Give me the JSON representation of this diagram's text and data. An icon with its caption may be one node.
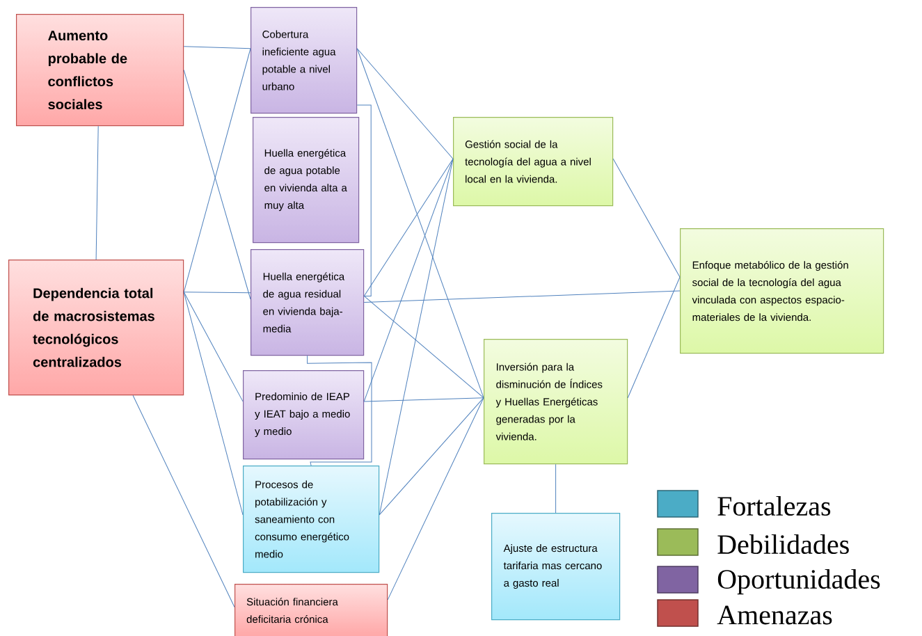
{
  "diagram": {
    "nodes": [
      {
        "text": [
          "Aumento probable de conflictos sociales"
        ]
      },
      {
        "text": [
          "Dependencia total de macrosistemas tecnológicos centralizados"
        ]
      },
      {
        "text": [
          "Cobertura ineficiente agua potable a nivel urbano"
        ]
      },
      {
        "text": [
          "Huella energética de agua potable en vivienda alta a muy alta"
        ]
      },
      {
        "text": [
          "Huella energética de agua residual en vivienda baja-media"
        ]
      },
      {
        "text": [
          "Predominio de IEAP y IEAT bajo a medio y medio"
        ]
      },
      {
        "text": [
          "Procesos de potabilización y saneamiento con consumo energético medio"
        ]
      },
      {
        "text": [
          "Situación financiera deficitaria crónica"
        ]
      },
      {
        "text": [
          "Gestión social de la tecnología del agua a nivel local en la vivienda."
        ]
      },
      {
        "text": [
          "Enfoque metabólico de la gestión social de la tecnología del agua vinculada con aspectos espacio-materiales de la vivienda."
        ]
      },
      {
        "text": [
          "Inversión para la disminución de Índices y Huellas Energéticas generadas por la vivienda."
        ]
      },
      {
        "text": [
          "Ajuste de estructura tarifaria mas cercano a gasto real"
        ]
      }
    ],
    "edges": [
      {
        "from": 0,
        "to": 1,
        "arrow": "none"
      },
      {
        "from": 0,
        "to": 2,
        "arrow": "none"
      },
      {
        "from": 0,
        "to": 4,
        "arrow": "none"
      },
      {
        "from": 1,
        "to": 2,
        "arrow": "none"
      },
      {
        "from": 1,
        "to": 4,
        "arrow": "none"
      },
      {
        "from": 1,
        "to": 5,
        "arrow": "none"
      },
      {
        "from": 1,
        "to": 6,
        "arrow": "none"
      },
      {
        "from": 1,
        "to": 7,
        "arrow": "none"
      },
      {
        "from": 2,
        "to": 4,
        "arrow": "none"
      },
      {
        "from": 2,
        "to": 8,
        "arrow": "none"
      },
      {
        "from": 2,
        "to": 10,
        "arrow": "none"
      },
      {
        "from": 4,
        "to": 8,
        "arrow": "none"
      },
      {
        "from": 4,
        "to": 9,
        "arrow": "none"
      },
      {
        "from": 4,
        "to": 10,
        "arrow": "none"
      },
      {
        "from": 4,
        "to": 6,
        "arrow": "none"
      },
      {
        "from": 5,
        "to": 8,
        "arrow": "none"
      },
      {
        "from": 5,
        "to": 10,
        "arrow": "none"
      },
      {
        "from": 6,
        "to": 8,
        "arrow": "none"
      },
      {
        "from": 6,
        "to": 10,
        "arrow": "none"
      },
      {
        "from": 7,
        "to": 10,
        "arrow": "none"
      },
      {
        "from": 8,
        "to": 9,
        "arrow": "none"
      },
      {
        "from": 10,
        "to": 9,
        "arrow": "none"
      },
      {
        "from": 10,
        "to": 11,
        "arrow": "none"
      }
    ],
    "legend": [
      {
        "text": "Fortalezas",
        "color": "#4bacc6"
      },
      {
        "text": "Debilidades",
        "color": "#9bbb59"
      },
      {
        "text": "Oportunidades",
        "color": "#8064a2"
      },
      {
        "text": "Amenazas",
        "color": "#c0504d"
      }
    ]
  }
}
